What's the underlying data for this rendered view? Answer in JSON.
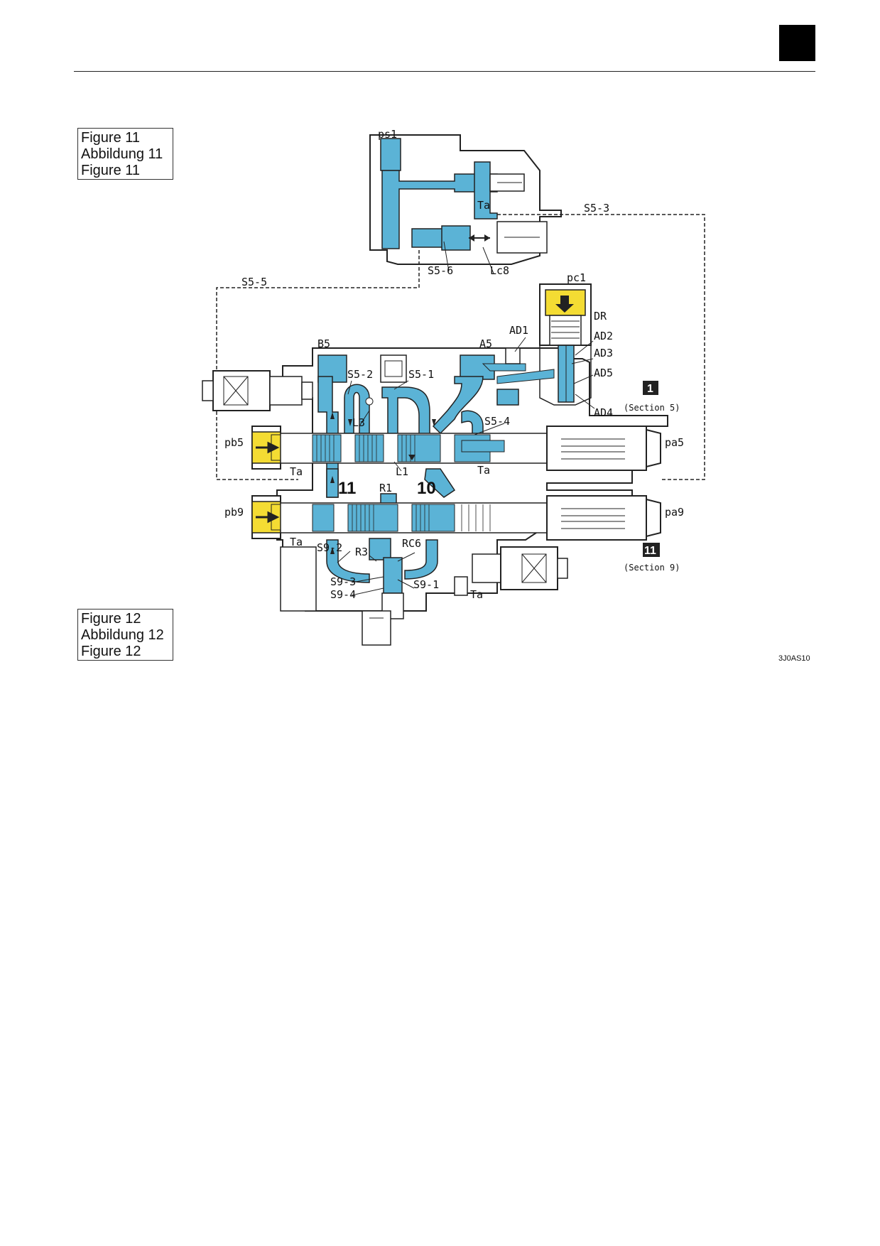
{
  "figure_11": [
    "Figure 11",
    "Abbildung 11",
    "Figure 11"
  ],
  "figure_12": [
    "Figure 12",
    "Abbildung 12",
    "Figure 12"
  ],
  "image_code": "3J0AS10",
  "colors": {
    "oil": "#5bb3d6",
    "pilot": "#f4dc33",
    "body": "#ffffff",
    "line": "#222222"
  },
  "labels": {
    "ps1": "ps1",
    "ta_top": "Ta",
    "s5_3": "S5-3",
    "s5_6": "S5-6",
    "lc8": "Lc8",
    "s5_5": "S5-5",
    "pc1": "pc1",
    "dr": "DR",
    "ad1": "AD1",
    "ad2": "AD2",
    "ad3": "AD3",
    "ad5": "AD5",
    "ad4": "AD4",
    "b5": "B5",
    "a5": "A5",
    "s5_2": "S5-2",
    "s5_1": "S5-1",
    "l3": "L3",
    "s5_4": "S5-4",
    "pb5": "pb5",
    "pa5": "pa5",
    "ta_left5": "Ta",
    "l1": "L1",
    "ta_right5": "Ta",
    "num_11": "11",
    "r1": "R1",
    "num_10": "10",
    "pb9": "pb9",
    "pa9": "pa9",
    "ta_left9": "Ta",
    "s9_2": "S9-2",
    "r3": "R3",
    "rc6": "RC6",
    "s9_3": "S9-3",
    "s9_4": "S9-4",
    "s9_1": "S9-1",
    "ta_bottom": "Ta",
    "badge_1": "1",
    "section_5": "(Section 5)",
    "badge_11": "11",
    "section_9": "(Section 9)"
  }
}
